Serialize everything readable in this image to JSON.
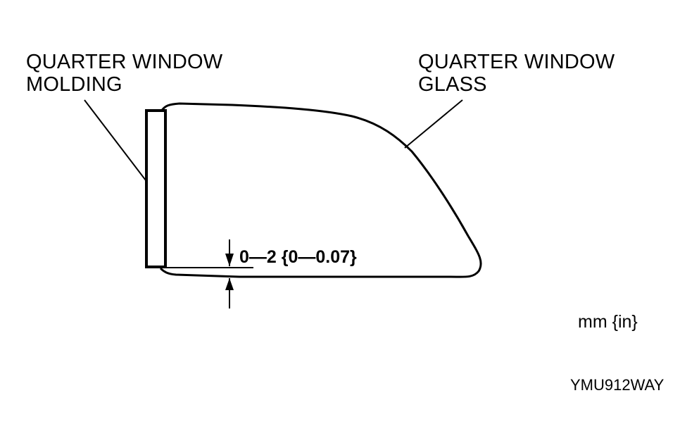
{
  "diagram": {
    "callouts": {
      "molding": {
        "line1": "QUARTER WINDOW",
        "line2": "MOLDING"
      },
      "glass": {
        "line1": "QUARTER WINDOW",
        "line2": "GLASS"
      }
    },
    "dimension": {
      "text": "0—2 {0—0.07}"
    },
    "units": "mm {in}",
    "figure_code": "YMU912WAY",
    "colors": {
      "ink": "#000000",
      "background": "#ffffff"
    }
  }
}
